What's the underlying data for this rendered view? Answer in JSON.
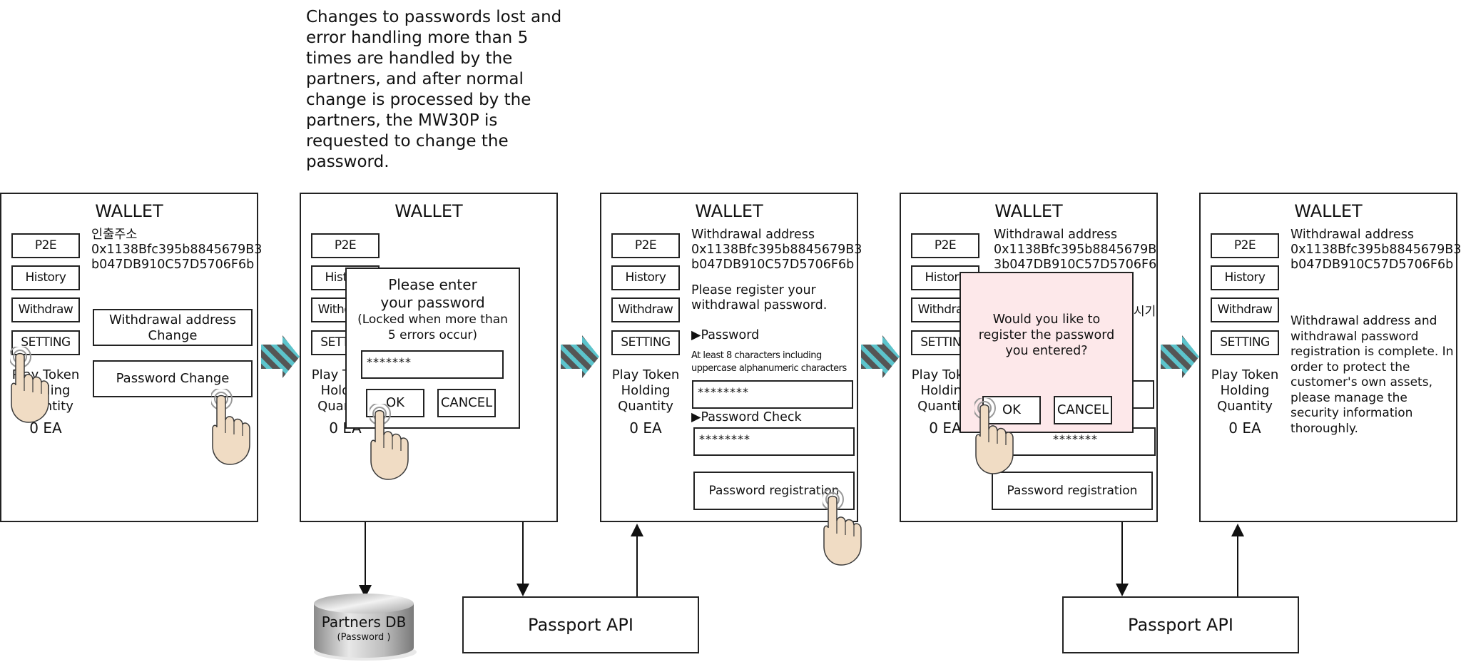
{
  "note": {
    "text": "Changes to passwords lost and error handling more than 5 times are handled by the partners, and after normal change is processed by the partners, the MW30P is requested to change the password."
  },
  "wallet_title": "WALLET",
  "nav": [
    "P2E",
    "History",
    "Withdraw",
    "SETTING"
  ],
  "holding": {
    "label_line1": "Play Token",
    "label_line2": "Holding",
    "label_line3": "Quantity",
    "quantity": "0 EA"
  },
  "screens": {
    "s1": {
      "addr_label": "인출주소",
      "addr_line1": "0x1138Bfc395b8845679B3",
      "addr_line2": "b047DB910C57D5706F6b",
      "withdrawal_change_button": "Withdrawal address Change",
      "password_change_button": "Password Change"
    },
    "s2": {
      "dialog_title_line1": "Please enter",
      "dialog_title_line2": "your password",
      "dialog_note_line1": "(Locked when more than",
      "dialog_note_line2": "5 errors occur)",
      "password_value": "*******",
      "ok": "OK",
      "cancel": "CANCEL"
    },
    "s3": {
      "addr_label": "Withdrawal address",
      "addr_line1": "0x1138Bfc395b8845679B3",
      "addr_line2": "b047DB910C57D5706F6b",
      "instruction_line1": "Please register your",
      "instruction_line2": "withdrawal password.",
      "password_label": "▶Password",
      "hint_line1": "At least 8 characters including",
      "hint_line2": "uppercase alphanumeric characters",
      "password_value": "********",
      "password_check_label": "▶Password Check",
      "password_check_value": "********",
      "register_button": "Password registration"
    },
    "s4": {
      "addr_label": "Withdrawal address",
      "addr_line1": "0x1138Bfc395b8845679B",
      "addr_line2": "3b047DB910C57D5706F6",
      "peek_text": "시기",
      "confirm_line1": "Would you like to",
      "confirm_line2": "register the password",
      "confirm_line3": "you entered?",
      "ok": "OK",
      "cancel": "CANCEL",
      "password_check_value": "*******",
      "register_button": "Password registration"
    },
    "s5": {
      "addr_label": "Withdrawal address",
      "addr_line1": "0x1138Bfc395b8845679B3",
      "addr_line2": "b047DB910C57D5706F6b",
      "complete_message": "Withdrawal address and withdrawal password registration is complete. In order to protect the customer's own assets, please manage the security information thoroughly."
    }
  },
  "backend": {
    "partners_db_label": "Partners DB",
    "partners_db_sub": "(Password )",
    "passport_api_1": "Passport API",
    "passport_api_2": "Passport API"
  },
  "colors": {
    "confirm_dialog_bg": "#fde8ea",
    "arrow_stripe_teal": "#5cc4cc",
    "arrow_stripe_dark": "#555555",
    "hand_skin": "#f0dcc4"
  }
}
